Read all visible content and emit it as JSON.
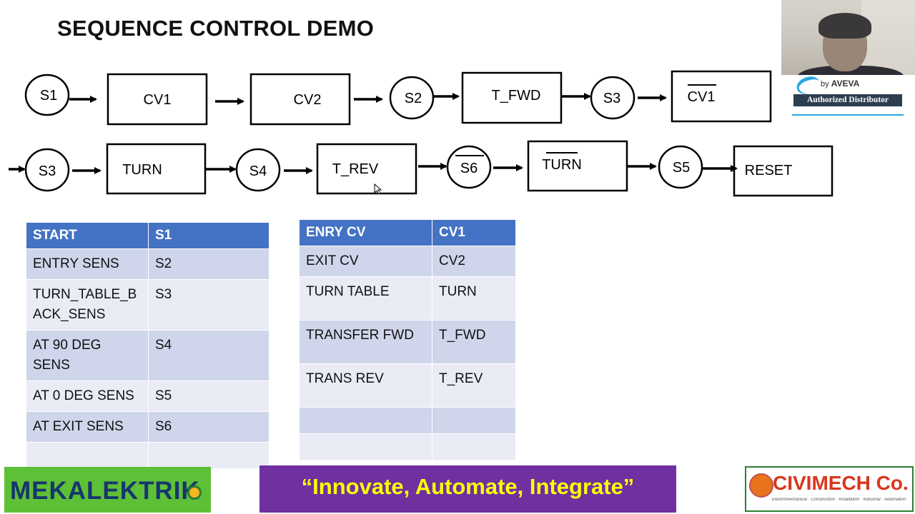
{
  "title": "SEQUENCE CONTROL DEMO",
  "flow": {
    "row1": [
      "S1",
      "CV1",
      "CV2",
      "S2",
      "T_FWD",
      "S3",
      "CV1"
    ],
    "row2": [
      "S3",
      "TURN",
      "S4",
      "T_REV",
      "S6",
      "TURN",
      "S5",
      "RESET"
    ]
  },
  "sensors_table": {
    "header": [
      "START",
      "S1"
    ],
    "rows": [
      [
        "ENTRY SENS",
        "S2"
      ],
      [
        "TURN_TABLE_B\nACK_SENS",
        "S3"
      ],
      [
        "AT 90 DEG\nSENS",
        "S4"
      ],
      [
        "AT 0 DEG SENS",
        "S5"
      ],
      [
        "AT EXIT SENS",
        "S6"
      ],
      [
        "",
        ""
      ]
    ]
  },
  "actuators_table": {
    "header": [
      "ENRY CV",
      "CV1"
    ],
    "rows": [
      [
        "EXIT CV",
        "CV2"
      ],
      [
        "TURN TABLE",
        "TURN"
      ],
      [
        "TRANSFER FWD",
        "T_FWD"
      ],
      [
        "TRANS REV",
        "T_REV"
      ],
      [
        "",
        ""
      ],
      [
        "",
        ""
      ]
    ]
  },
  "aveva": {
    "by": "by",
    "brand": "AVEVA",
    "badge": "Authorized Distributor"
  },
  "footer": {
    "left_logo": "MEKALEKTRIK",
    "slogan": "“Innovate, Automate, Integrate”",
    "right_logo": "CIVIMECH Co.",
    "right_tagline": "Electromechanical · Construction · Installation · Industrial · Automation"
  },
  "colors": {
    "table_header": "#4472c4",
    "band_dark": "#cfd5ea",
    "band_light": "#e9ebf5",
    "slogan_bg": "#7030a0",
    "slogan_text": "#ffff00"
  }
}
